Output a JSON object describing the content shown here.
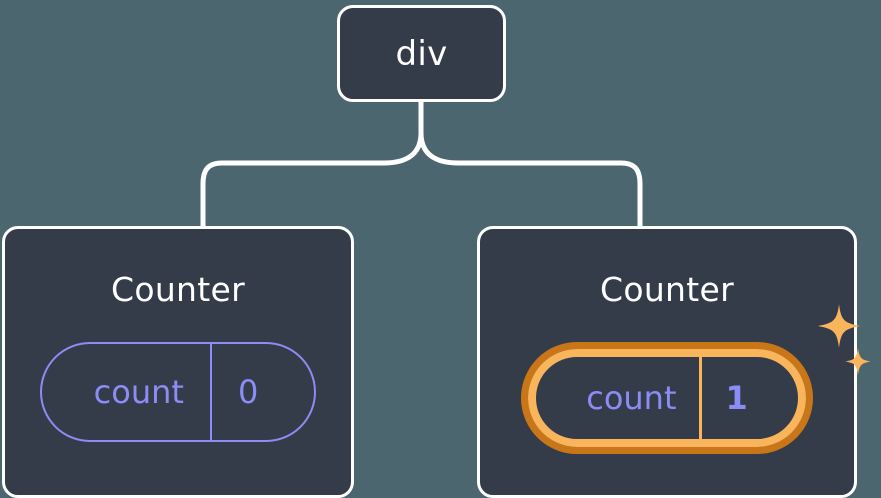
{
  "canvas": {
    "background_color": "#4b666f",
    "node_fill_color": "#343b49",
    "node_border_color": "#ffffff",
    "connector_color": "#ffffff",
    "accent_purple": "#8b8cf5",
    "highlight_outer_orange": "#c87618",
    "highlight_inner_orange": "#f9b45c"
  },
  "tree": {
    "root": {
      "label": "div"
    },
    "children": [
      {
        "title": "Counter",
        "state": {
          "key": "count",
          "value": "0"
        },
        "highlighted": "false",
        "sparkles": "false"
      },
      {
        "title": "Counter",
        "state": {
          "key": "count",
          "value": "1"
        },
        "highlighted": "true",
        "sparkles": "true"
      }
    ]
  },
  "icons": {
    "sparkle_large": "sparkle-icon",
    "sparkle_small": "sparkle-icon"
  }
}
